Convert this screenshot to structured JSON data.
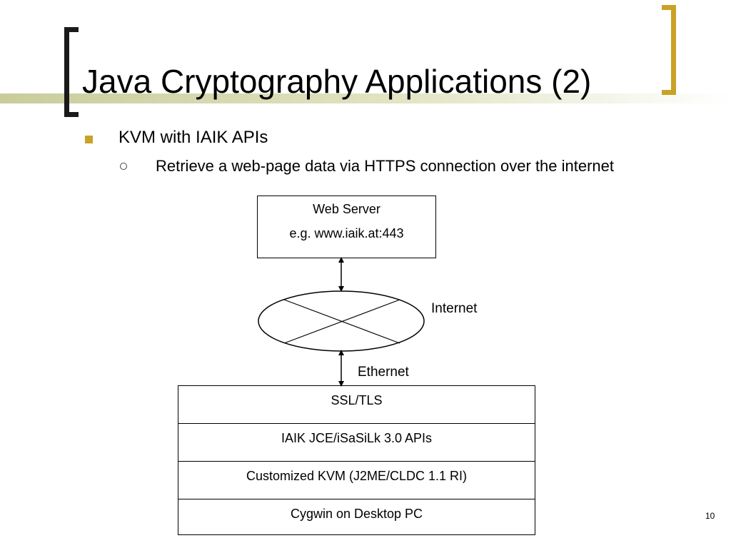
{
  "slide": {
    "title": "Java Cryptography Applications (2)",
    "bullets": [
      {
        "text": "KVM with IAIK APIs",
        "sub": [
          "Retrieve a web-page data via HTTPS connection over the internet"
        ]
      }
    ],
    "page_number": "10"
  },
  "diagram": {
    "web_server": {
      "line1": "Web Server",
      "line2": "e.g. www.iaik.at:443"
    },
    "internet_label": "Internet",
    "ethernet_label": "Ethernet",
    "stack_layers": [
      "SSL/TLS",
      "IAIK JCE/iSaSiLk 3.0 APIs",
      "Customized KVM (J2ME/CLDC 1.1 RI)",
      "Cygwin on Desktop PC"
    ]
  },
  "colors": {
    "accent_gold": "#c9a227",
    "title_band": "#c9cc9a"
  }
}
